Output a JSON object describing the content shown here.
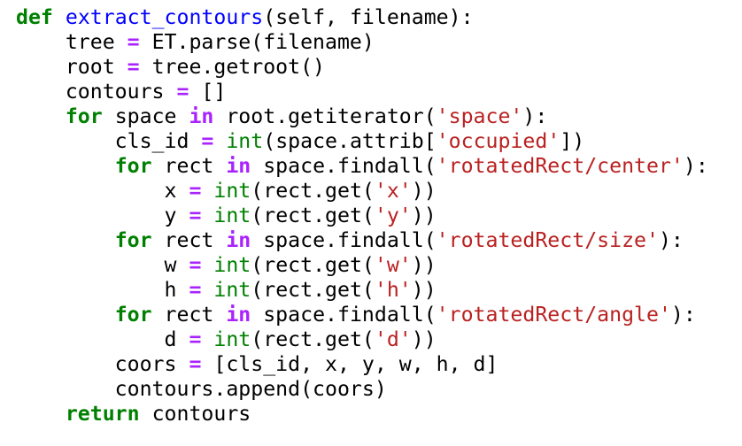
{
  "code": {
    "language": "python",
    "lines": [
      [
        {
          "t": "kw",
          "s": "def"
        },
        {
          "t": "plain",
          "s": " "
        },
        {
          "t": "fn",
          "s": "extract_contours"
        },
        {
          "t": "plain",
          "s": "(self, filename):"
        }
      ],
      [
        {
          "t": "plain",
          "s": "    tree "
        },
        {
          "t": "op",
          "s": "="
        },
        {
          "t": "plain",
          "s": " ET.parse(filename)"
        }
      ],
      [
        {
          "t": "plain",
          "s": "    root "
        },
        {
          "t": "op",
          "s": "="
        },
        {
          "t": "plain",
          "s": " tree.getroot()"
        }
      ],
      [
        {
          "t": "plain",
          "s": "    contours "
        },
        {
          "t": "op",
          "s": "="
        },
        {
          "t": "plain",
          "s": " []"
        }
      ],
      [
        {
          "t": "plain",
          "s": "    "
        },
        {
          "t": "kw",
          "s": "for"
        },
        {
          "t": "plain",
          "s": " space "
        },
        {
          "t": "op",
          "s": "in"
        },
        {
          "t": "plain",
          "s": " root.getiterator("
        },
        {
          "t": "str",
          "s": "'space'"
        },
        {
          "t": "plain",
          "s": "):"
        }
      ],
      [
        {
          "t": "plain",
          "s": "        cls_id "
        },
        {
          "t": "op",
          "s": "="
        },
        {
          "t": "plain",
          "s": " "
        },
        {
          "t": "bi",
          "s": "int"
        },
        {
          "t": "plain",
          "s": "(space.attrib["
        },
        {
          "t": "str",
          "s": "'occupied'"
        },
        {
          "t": "plain",
          "s": "])"
        }
      ],
      [
        {
          "t": "plain",
          "s": "        "
        },
        {
          "t": "kw",
          "s": "for"
        },
        {
          "t": "plain",
          "s": " rect "
        },
        {
          "t": "op",
          "s": "in"
        },
        {
          "t": "plain",
          "s": " space.findall("
        },
        {
          "t": "str",
          "s": "'rotatedRect/center'"
        },
        {
          "t": "plain",
          "s": "):"
        }
      ],
      [
        {
          "t": "plain",
          "s": "            x "
        },
        {
          "t": "op",
          "s": "="
        },
        {
          "t": "plain",
          "s": " "
        },
        {
          "t": "bi",
          "s": "int"
        },
        {
          "t": "plain",
          "s": "(rect.get("
        },
        {
          "t": "str",
          "s": "'x'"
        },
        {
          "t": "plain",
          "s": "))"
        }
      ],
      [
        {
          "t": "plain",
          "s": "            y "
        },
        {
          "t": "op",
          "s": "="
        },
        {
          "t": "plain",
          "s": " "
        },
        {
          "t": "bi",
          "s": "int"
        },
        {
          "t": "plain",
          "s": "(rect.get("
        },
        {
          "t": "str",
          "s": "'y'"
        },
        {
          "t": "plain",
          "s": "))"
        }
      ],
      [
        {
          "t": "plain",
          "s": "        "
        },
        {
          "t": "kw",
          "s": "for"
        },
        {
          "t": "plain",
          "s": " rect "
        },
        {
          "t": "op",
          "s": "in"
        },
        {
          "t": "plain",
          "s": " space.findall("
        },
        {
          "t": "str",
          "s": "'rotatedRect/size'"
        },
        {
          "t": "plain",
          "s": "):"
        }
      ],
      [
        {
          "t": "plain",
          "s": "            w "
        },
        {
          "t": "op",
          "s": "="
        },
        {
          "t": "plain",
          "s": " "
        },
        {
          "t": "bi",
          "s": "int"
        },
        {
          "t": "plain",
          "s": "(rect.get("
        },
        {
          "t": "str",
          "s": "'w'"
        },
        {
          "t": "plain",
          "s": "))"
        }
      ],
      [
        {
          "t": "plain",
          "s": "            h "
        },
        {
          "t": "op",
          "s": "="
        },
        {
          "t": "plain",
          "s": " "
        },
        {
          "t": "bi",
          "s": "int"
        },
        {
          "t": "plain",
          "s": "(rect.get("
        },
        {
          "t": "str",
          "s": "'h'"
        },
        {
          "t": "plain",
          "s": "))"
        }
      ],
      [
        {
          "t": "plain",
          "s": "        "
        },
        {
          "t": "kw",
          "s": "for"
        },
        {
          "t": "plain",
          "s": " rect "
        },
        {
          "t": "op",
          "s": "in"
        },
        {
          "t": "plain",
          "s": " space.findall("
        },
        {
          "t": "str",
          "s": "'rotatedRect/angle'"
        },
        {
          "t": "plain",
          "s": "):"
        }
      ],
      [
        {
          "t": "plain",
          "s": "            d "
        },
        {
          "t": "op",
          "s": "="
        },
        {
          "t": "plain",
          "s": " "
        },
        {
          "t": "bi",
          "s": "int"
        },
        {
          "t": "plain",
          "s": "(rect.get("
        },
        {
          "t": "str",
          "s": "'d'"
        },
        {
          "t": "plain",
          "s": "))"
        }
      ],
      [
        {
          "t": "plain",
          "s": "        coors "
        },
        {
          "t": "op",
          "s": "="
        },
        {
          "t": "plain",
          "s": " [cls_id, x, y, w, h, d]"
        }
      ],
      [
        {
          "t": "plain",
          "s": "        contours.append(coors)"
        }
      ],
      [
        {
          "t": "plain",
          "s": "    "
        },
        {
          "t": "kw",
          "s": "return"
        },
        {
          "t": "plain",
          "s": " contours"
        }
      ]
    ]
  },
  "colors": {
    "background": "#ffffff",
    "keyword": "#008000",
    "function_name": "#0000ff",
    "builtin": "#008000",
    "operator": "#aa22ff",
    "string": "#ba2121",
    "text": "#000000"
  }
}
